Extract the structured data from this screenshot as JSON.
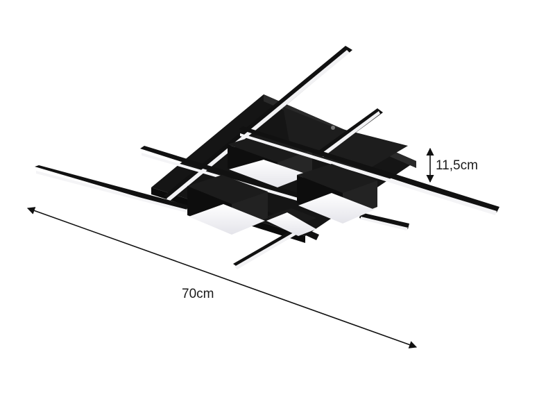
{
  "product_image": {
    "subject": "ceiling-light",
    "frame_color": "#111111",
    "diffuser_color": "#f4f4f6"
  },
  "dimensions": {
    "width_label": "70cm",
    "height_label": "11,5cm"
  }
}
